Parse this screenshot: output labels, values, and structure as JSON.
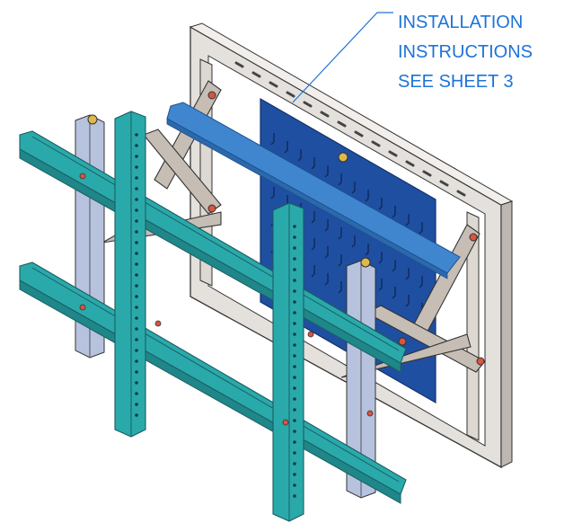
{
  "callout": {
    "line1": "INSTALLATION",
    "line2": "INSTRUCTIONS",
    "line3": "SEE SHEET 3"
  },
  "colors": {
    "callout": "#1e73d8",
    "frame": "#d8d2cc",
    "rail": "#2aa9ab",
    "panel": "#1f4fa0",
    "bar": "#3f86cf",
    "bracket": "#b7c3de",
    "fastener": "#d8553e"
  }
}
